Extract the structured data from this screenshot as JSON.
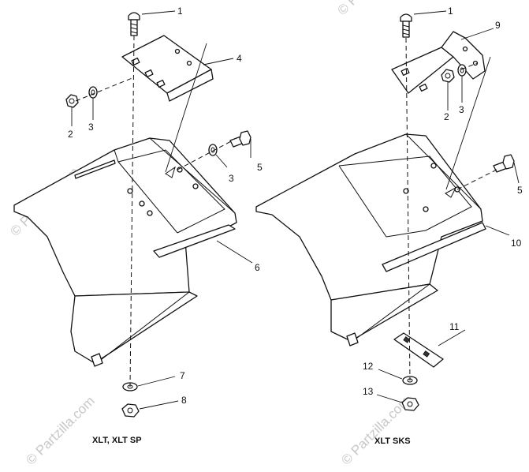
{
  "callouts": {
    "left_1": "1",
    "left_2": "2",
    "left_3a": "3",
    "left_4": "4",
    "left_3b": "3",
    "left_5": "5",
    "left_6": "6",
    "left_7": "7",
    "left_8": "8",
    "right_1": "1",
    "right_9": "9",
    "right_2": "2",
    "right_3": "3",
    "right_5": "5",
    "right_10": "10",
    "right_11": "11",
    "right_12": "12",
    "right_13": "13"
  },
  "captions": {
    "left": "XLT, XLT SP",
    "right": "XLT SKS"
  },
  "watermark": "© Partzilla.com"
}
